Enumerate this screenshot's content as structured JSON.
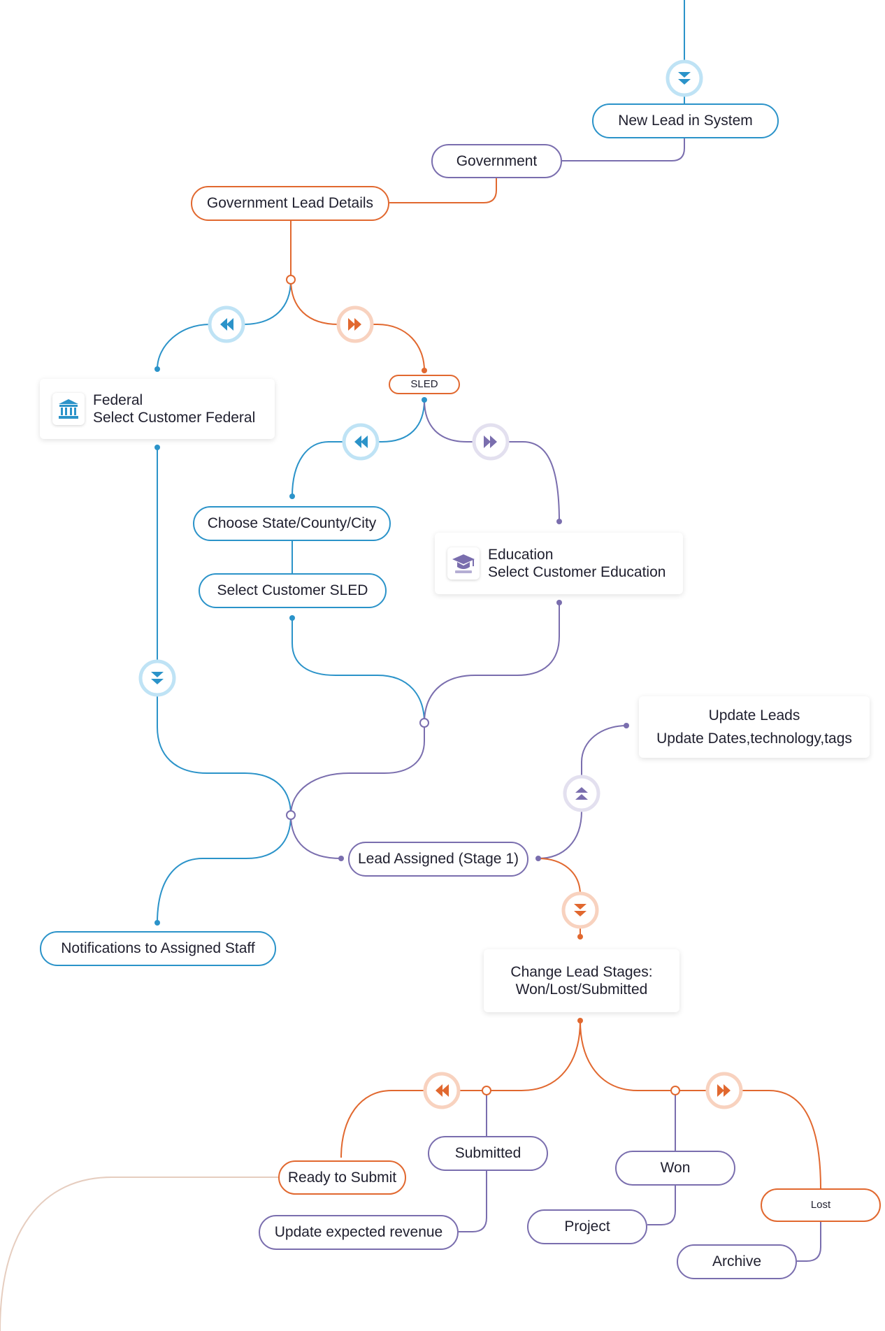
{
  "nodes": {
    "new_lead": "New Lead in System",
    "government": "Government",
    "gov_lead_details": "Government Lead Details",
    "sled": "SLED",
    "federal_title": "Federal",
    "federal_sub": "Select Customer Federal",
    "choose_state": "Choose State/County/City",
    "select_sled": "Select Customer SLED",
    "education_title": "Education",
    "education_sub": "Select Customer Education",
    "update_leads_title": "Update Leads",
    "update_leads_sub": "Update Dates,technology,tags",
    "lead_assigned": "Lead Assigned (Stage 1)",
    "notifications": "Notifications to Assigned Staff",
    "change_stages_line1": "Change Lead Stages:",
    "change_stages_line2": "Won/Lost/Submitted",
    "ready_submit": "Ready to Submit",
    "submitted": "Submitted",
    "update_revenue": "Update expected revenue",
    "won": "Won",
    "project": "Project",
    "lost": "Lost",
    "archive": "Archive"
  },
  "colors": {
    "blue": "#2b93c9",
    "purple": "#7a6eae",
    "orange": "#e1682f",
    "blue_ring": "#bfe3f5",
    "purple_ring": "#e3e0ef",
    "orange_ring": "#f8d2bf"
  },
  "icons": {
    "federal": "bank-building-icon",
    "education": "graduation-cap-icon"
  }
}
